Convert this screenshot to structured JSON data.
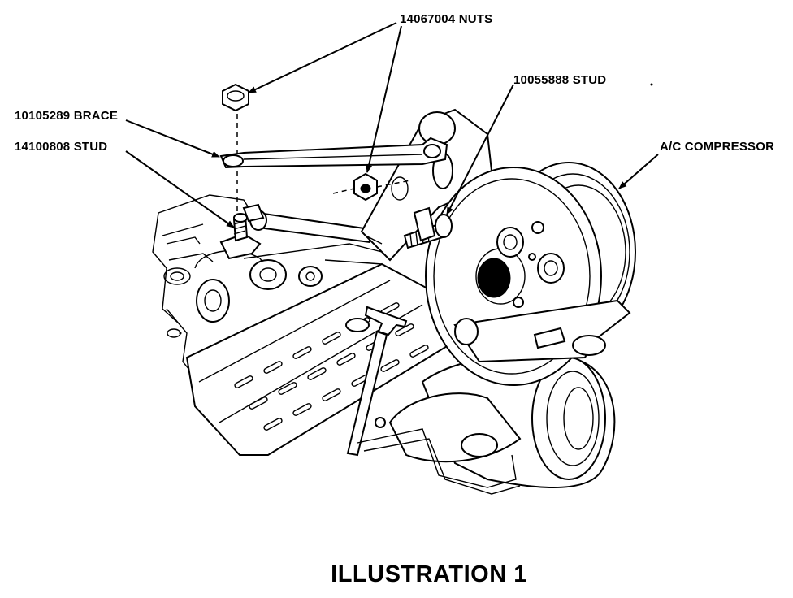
{
  "callouts": {
    "nuts": "14067004 NUTS",
    "brace": "10105289 BRACE",
    "stud_left": "14100808 STUD",
    "stud_right": "10055888 STUD",
    "compressor": "A/C COMPRESSOR"
  },
  "caption": "ILLUSTRATION 1"
}
